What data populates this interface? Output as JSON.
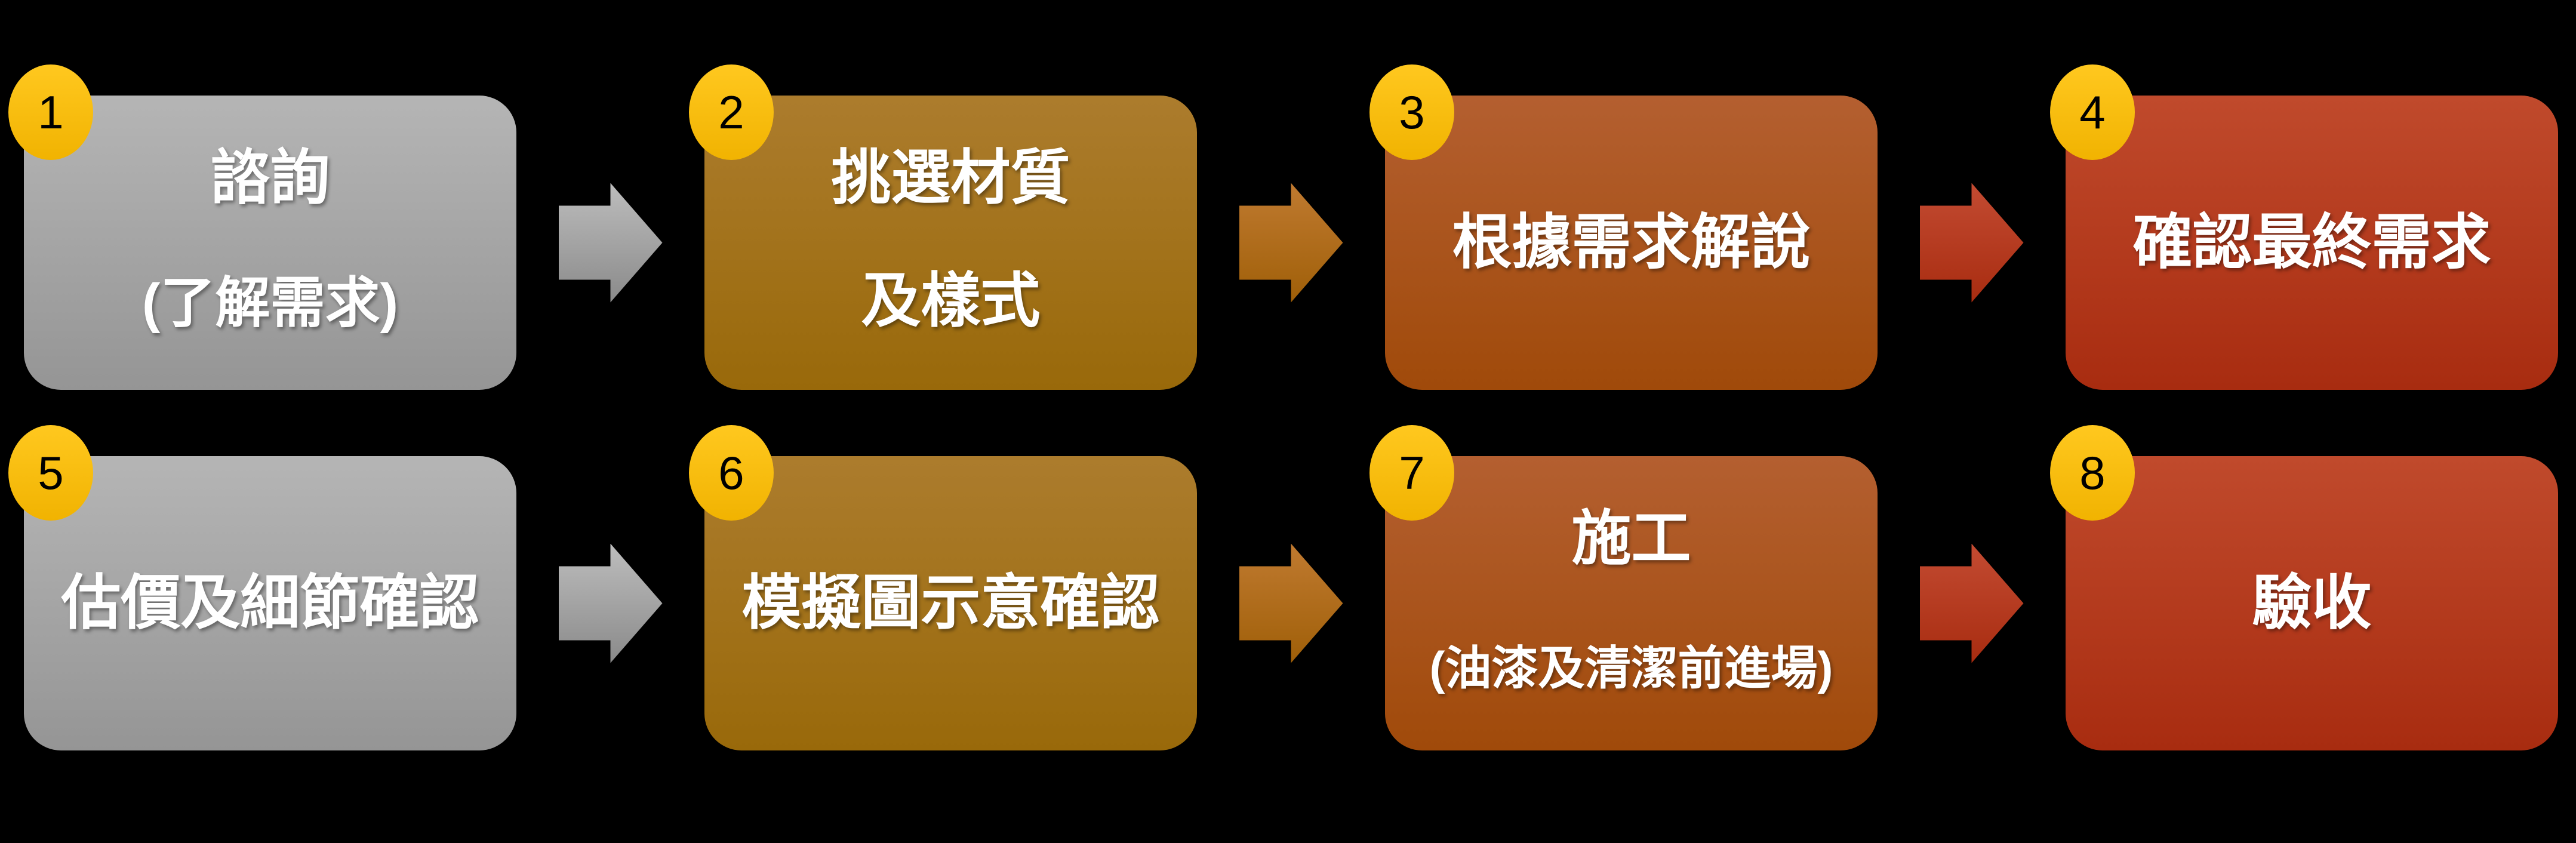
{
  "steps": [
    {
      "number": "1",
      "line1": "諮詢",
      "line2": "(了解需求)",
      "color_theme": "gray"
    },
    {
      "number": "2",
      "line1": "挑選材質",
      "line2": "及樣式",
      "color_theme": "gold"
    },
    {
      "number": "3",
      "line1": "根據需求解說",
      "color_theme": "orange"
    },
    {
      "number": "4",
      "line1": "確認最終需求",
      "color_theme": "red"
    },
    {
      "number": "5",
      "line1": "估價及細節確認",
      "color_theme": "gray"
    },
    {
      "number": "6",
      "line1": "模擬圖示意確認",
      "color_theme": "gold"
    },
    {
      "number": "7",
      "line1": "施工",
      "line2": "(油漆及清潔前進場)",
      "color_theme": "orange"
    },
    {
      "number": "8",
      "line1": "驗收",
      "color_theme": "red"
    }
  ],
  "arrows": [
    {
      "from": "1",
      "to": "2",
      "color_theme": "gray"
    },
    {
      "from": "2",
      "to": "3",
      "color_theme": "orange"
    },
    {
      "from": "3",
      "to": "4",
      "color_theme": "red"
    },
    {
      "from": "5",
      "to": "6",
      "color_theme": "gray"
    },
    {
      "from": "6",
      "to": "7",
      "color_theme": "orange"
    },
    {
      "from": "7",
      "to": "8",
      "color_theme": "red"
    }
  ],
  "colors": {
    "background": "#000000",
    "text": "#ffffff",
    "digit": "#000000",
    "badge_top": "#ffc81f",
    "badge_bottom": "#f1b301",
    "gray_top": "#b5b5b5",
    "gray_bottom": "#959595",
    "gold_top": "#ac7c2d",
    "gold_bottom": "#99690a",
    "orange_top": "#b45f30",
    "orange_bottom": "#a04a0a",
    "red_top": "#c04a2c",
    "red_bottom": "#a82c10",
    "arrow_gray_top": "#bdbdbd",
    "arrow_gray_bottom": "#8a8a8a",
    "arrow_orange_top": "#c07a30",
    "arrow_orange_bottom": "#9f5f08",
    "arrow_red_top": "#c34b32",
    "arrow_red_bottom": "#a82c10"
  }
}
